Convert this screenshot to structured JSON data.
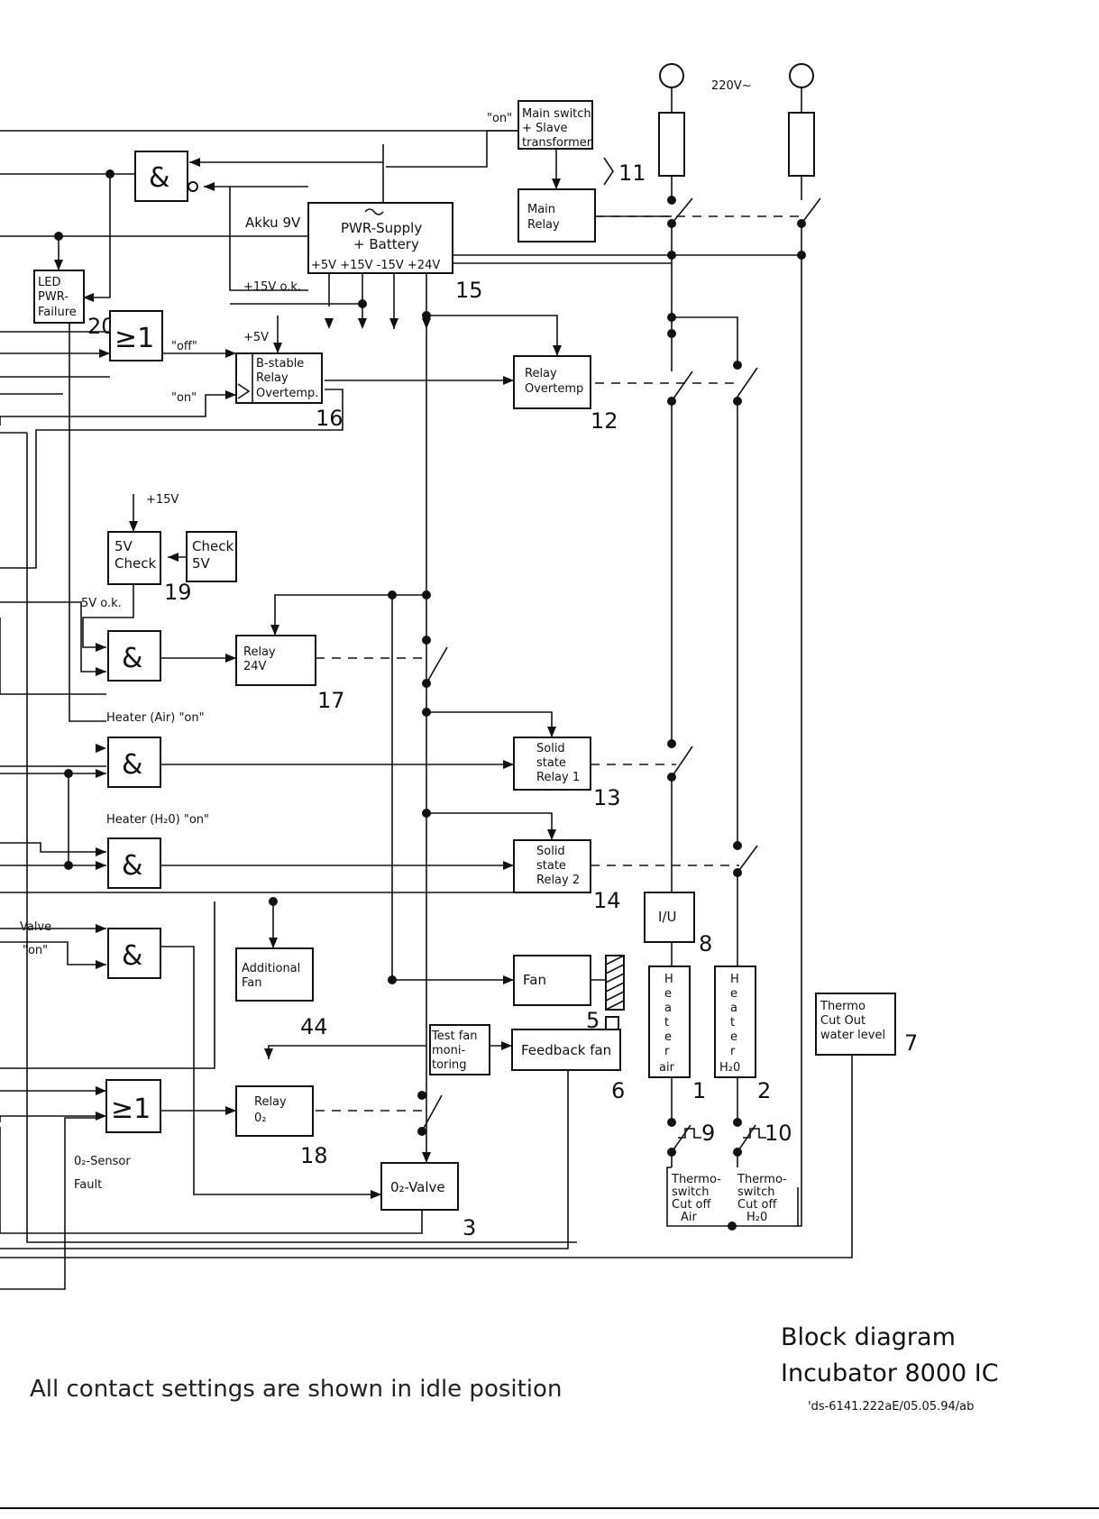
{
  "title": {
    "line1": "Block diagram",
    "line2": "Incubator 8000 IC",
    "doc_ref": "'ds-6141.222aE/05.05.94/ab"
  },
  "footer_note": "All contact settings are shown in idle position",
  "mains": {
    "voltage": "220V~"
  },
  "blocks": {
    "main_switch": [
      "Main switch",
      "+ Slave",
      "transformer"
    ],
    "main_relay": [
      "Main",
      "Relay"
    ],
    "pwr_supply": [
      "PWR-Supply",
      "+ Battery"
    ],
    "pwr_rails": "+5V  +15V  -15V  +24V",
    "led_pwr": [
      "LED",
      "PWR-",
      "Failure"
    ],
    "bstable": [
      "B-stable",
      "Relay",
      "Overtemp."
    ],
    "relay_overtemp": [
      "Relay",
      "Overtemp"
    ],
    "check5v_box": [
      "Check",
      "5V"
    ],
    "check5v": [
      "5V",
      "Check"
    ],
    "relay24v": [
      "Relay",
      "24V"
    ],
    "ssr1": [
      "Solid",
      "state",
      "Relay 1"
    ],
    "ssr2": [
      "Solid",
      "state",
      "Relay 2"
    ],
    "iu": "I/U",
    "additional_fan": [
      "Additional",
      "Fan"
    ],
    "fan": "Fan",
    "test_fan": [
      "Test fan",
      "moni-",
      "toring"
    ],
    "feedback_fan": "Feedback fan",
    "heater_air": [
      "H",
      "e",
      "a",
      "t",
      "e",
      "r",
      "air"
    ],
    "heater_h2o": [
      "H",
      "e",
      "a",
      "t",
      "e",
      "r",
      "H₂0"
    ],
    "thermo_water": [
      "Thermo",
      "Cut Out",
      "water level"
    ],
    "relay_o2": [
      "Relay",
      "0₂"
    ],
    "o2_valve": "0₂-Valve",
    "thermo_air": [
      "Thermo-",
      "switch",
      "Cut off",
      "Air"
    ],
    "thermo_h2o": [
      "Thermo-",
      "switch",
      "Cut off",
      "H₂0"
    ]
  },
  "gates": {
    "and": "&",
    "or": "≥1"
  },
  "labels": {
    "on_main": "\"on\"",
    "akku": "Akku 9V",
    "ok15": "+15V o.k.",
    "plus5v": "+5V",
    "off": "\"off\"",
    "on": "\"on\"",
    "plus15v": "+15V",
    "ok5v": "5V o.k.",
    "heater_air_on": "Heater (Air) \"on\"",
    "heater_h2o_on": "Heater (H₂0) \"on\"",
    "valve": "Valve",
    "valve_on": "\"on\"",
    "o2_sensor": "0₂-Sensor",
    "fault": "Fault"
  },
  "numbers": {
    "n11": "11",
    "n15": "15",
    "n20": "20",
    "n16": "16",
    "n12": "12",
    "n19": "19",
    "n17": "17",
    "n13": "13",
    "n14": "14",
    "n8": "8",
    "n44": "44",
    "n5": "5",
    "n6": "6",
    "n1": "1",
    "n2": "2",
    "n7": "7",
    "n18": "18",
    "n9": "9",
    "n10": "10",
    "n3": "3"
  }
}
